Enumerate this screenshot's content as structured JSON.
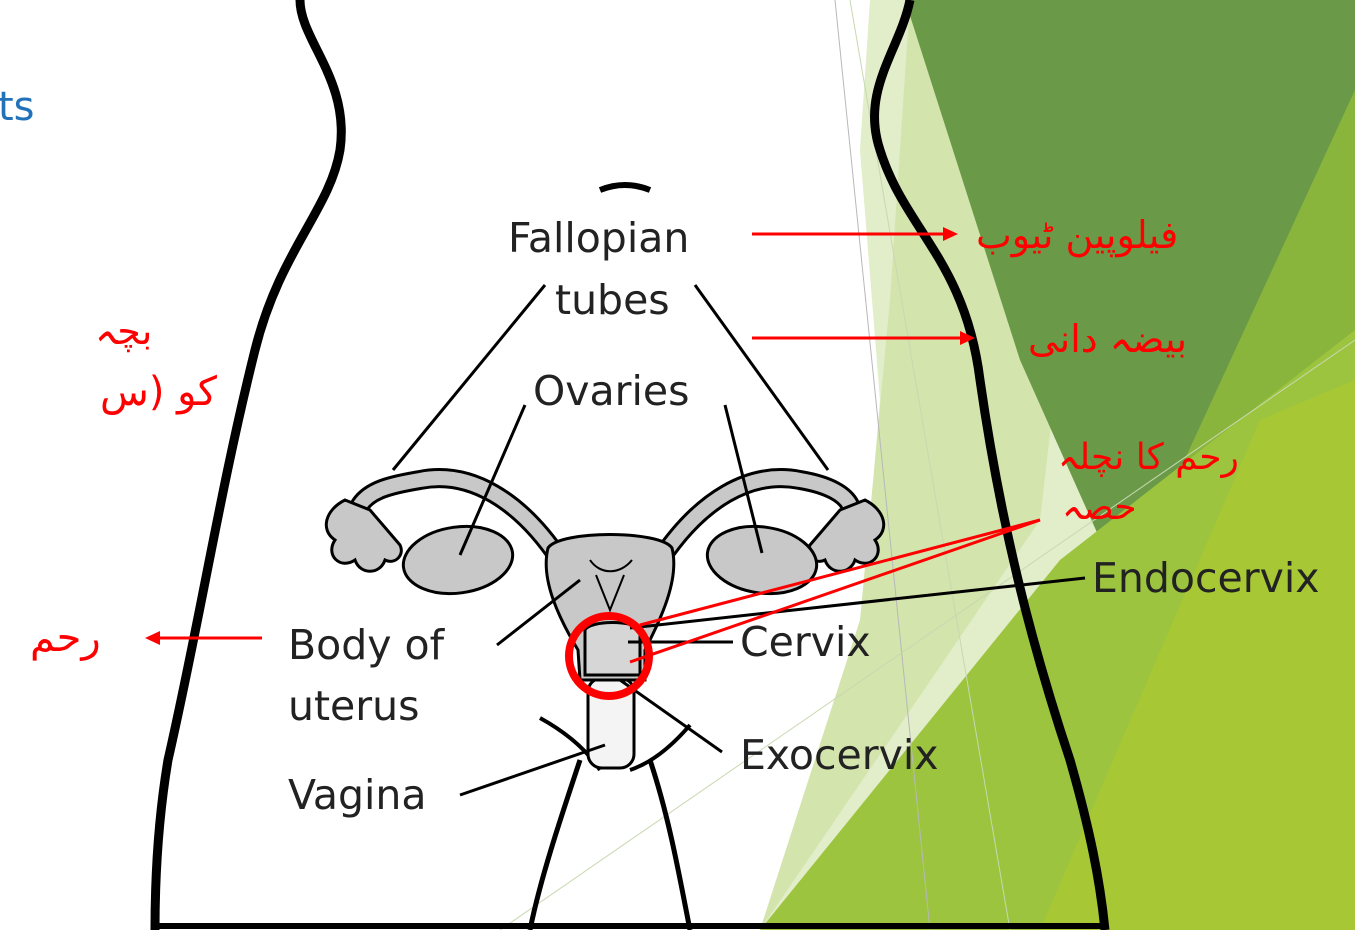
{
  "slide": {
    "title_fragment": "ts",
    "side_text_line1": "بچہ",
    "side_text_line2": "کو (س"
  },
  "diagram": {
    "labels": {
      "fallopian_line1": "Fallopian",
      "fallopian_line2": "tubes",
      "ovaries": "Ovaries",
      "body_line1": "Body of",
      "body_line2": "uterus",
      "vagina": "Vagina",
      "cervix": "Cervix",
      "exocervix": "Exocervix",
      "endocervix": "Endocervix"
    },
    "urdu_annotations": {
      "fallopian_tube": "فیلوپین ٹیوب",
      "ovary": "بیضہ دانی",
      "cervix_line1": "رحم کا نچلہ",
      "cervix_line2": "حصہ",
      "uterus": "رحم"
    }
  },
  "colors": {
    "title": "#2172b8",
    "annotation": "#ff0000",
    "organ_fill": "#c8c8c8",
    "outline": "#000000",
    "green_dark": "#6b9b4a",
    "green_light": "#9bc63c"
  }
}
